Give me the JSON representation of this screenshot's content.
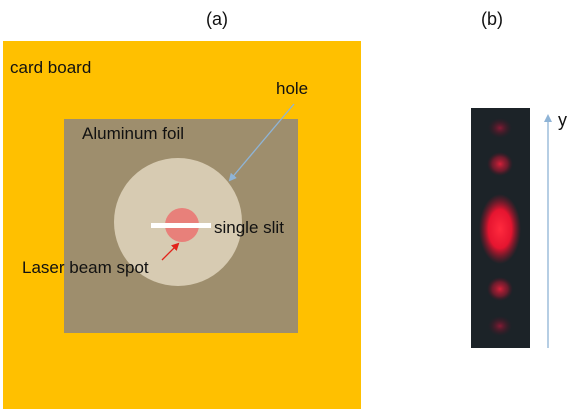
{
  "panel_a": {
    "caption": "(a)",
    "labels": {
      "card_board": "card board",
      "hole": "hole",
      "aluminum_foil": "Aluminum foil",
      "single_slit": "single slit",
      "laser_beam_spot": "Laser beam spot"
    }
  },
  "panel_b": {
    "caption": "(b)",
    "axis_label": "y"
  },
  "colors": {
    "card_board": "#FFC000",
    "aluminum_foil": "#9E8E6D",
    "hole": "#D7CBB2",
    "laser_spot": "#E8807A",
    "slit": "#FFFFFF",
    "hole_pointer": "#8FB4D6",
    "spot_pointer": "#E2231A",
    "pattern_background": "#1C2328",
    "pattern_fringe": "#FF1E35",
    "y_axis_arrow": "#8FB4D6"
  }
}
